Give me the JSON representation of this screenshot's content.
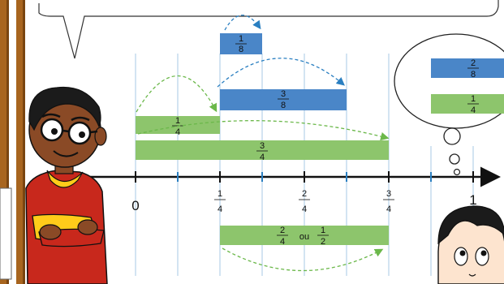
{
  "number_line": {
    "start_label": "0",
    "end_label": "1",
    "tick_labels": [
      {
        "num": "1",
        "den": "4"
      },
      {
        "num": "2",
        "den": "4"
      },
      {
        "num": "3",
        "den": "4"
      }
    ]
  },
  "bars": {
    "one_eighth": {
      "num": "1",
      "den": "8"
    },
    "three_eighths": {
      "num": "3",
      "den": "8"
    },
    "one_quarter": {
      "num": "1",
      "den": "4"
    },
    "three_quarters": {
      "num": "3",
      "den": "4"
    },
    "two_quarters": {
      "num": "2",
      "den": "4",
      "or_word": "ou",
      "alt_num": "1",
      "alt_den": "2"
    }
  },
  "thought_bubble": {
    "top_bar": {
      "num": "2",
      "den": "8"
    },
    "bottom_bar": {
      "num": "1",
      "den": "4"
    }
  },
  "colors": {
    "blue_bar": "#4a86c8",
    "green_bar": "#8dc56c",
    "blue_arrow": "#2a7fc1",
    "green_arrow": "#6bb84a",
    "guide_line": "#b6d3ea",
    "wall_brown": "#a8651f"
  }
}
